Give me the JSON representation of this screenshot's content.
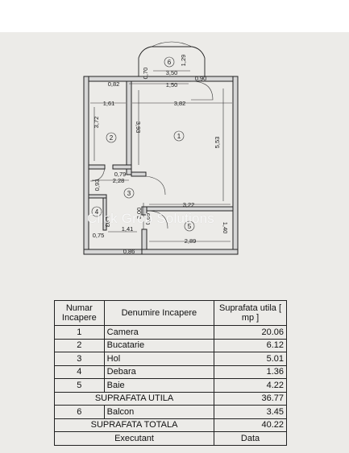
{
  "watermark": "Click Grob Solutions",
  "plan": {
    "room_numbers": [
      "1",
      "2",
      "3",
      "4",
      "5",
      "6"
    ],
    "dimensions": [
      "0,70",
      "1,29",
      "3,50",
      "0,90",
      "0,82",
      "1,50",
      "1,61",
      "3,82",
      "3,72",
      "3,93",
      "5,53",
      "0,79",
      "2,28",
      "0,93",
      "3,22",
      "3,00",
      "0,69",
      "1,40",
      "1,93",
      "1,41",
      "2,89",
      "0,75",
      "0,86"
    ]
  },
  "table": {
    "headers": {
      "number": "Numar Incapere",
      "name": "Denumire Incapere",
      "area": "Suprafata utila [ mp ]"
    },
    "rows": [
      {
        "nr": "1",
        "name": "Camera",
        "area": "20.06"
      },
      {
        "nr": "2",
        "name": "Bucatarie",
        "area": "6.12"
      },
      {
        "nr": "3",
        "name": "Hol",
        "area": "5.01"
      },
      {
        "nr": "4",
        "name": "Debara",
        "area": "1.36"
      },
      {
        "nr": "5",
        "name": "Baie",
        "area": "4.22"
      }
    ],
    "useful_label": "SUPRAFATA UTILA",
    "useful_value": "36.77",
    "balcony": {
      "nr": "6",
      "name": "Balcon",
      "area": "3.45"
    },
    "total_label": "SUPRAFATA TOTALA",
    "total_value": "40.22",
    "executant_label": "Executant",
    "date_label": "Data"
  }
}
